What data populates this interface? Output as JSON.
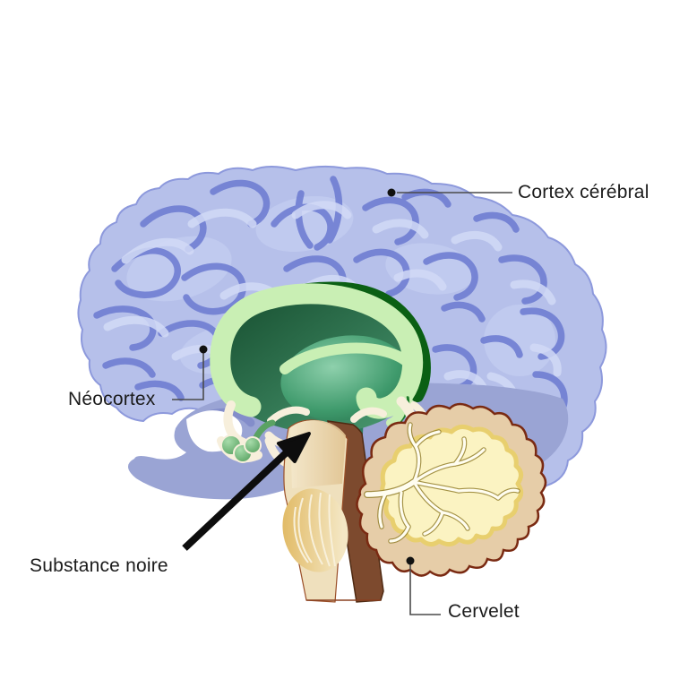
{
  "labels": {
    "cortex_cerebral": "Cortex cérébral",
    "neocortex": "Néocortex",
    "substance_noire": "Substance noire",
    "cervelet": "Cervelet"
  },
  "colors": {
    "background": "#ffffff",
    "cortex_fill": "#b6c0ea",
    "cortex_stroke": "#8d99dc",
    "sulci_blue": "#6f7ed2",
    "cortex_highlight": "#d2daf6",
    "inner_blue": "#9aa4d4",
    "inner_blue_dark": "#7f8ac8",
    "limbic_light_green": "#c9efb4",
    "limbic_dark_green": "#0b6014",
    "limbic_bright_green": "#3dad28",
    "interior_green_dark": "#174f30",
    "interior_green_mid": "#4c9c74",
    "thalamus_green": "#2f8a5f",
    "brainstem_cream": "#efe0bd",
    "pons_yellow": "#e2ba60",
    "brainstem_brown": "#7d4a2e",
    "cerebellum_outline": "#7a2a12",
    "cerebellum_outer": "#e6cda8",
    "cerebellum_inner": "#fbf3c2",
    "arbor_white": "#fffdf0",
    "arbor_outline": "#8f7b26",
    "tentorium_brown": "#5d3a1e",
    "tentorium_stripe": "#c79b52",
    "label_color": "#1b1b1b",
    "callout_line": "#4a4a4a",
    "arrow_color": "#0d0d0d"
  }
}
